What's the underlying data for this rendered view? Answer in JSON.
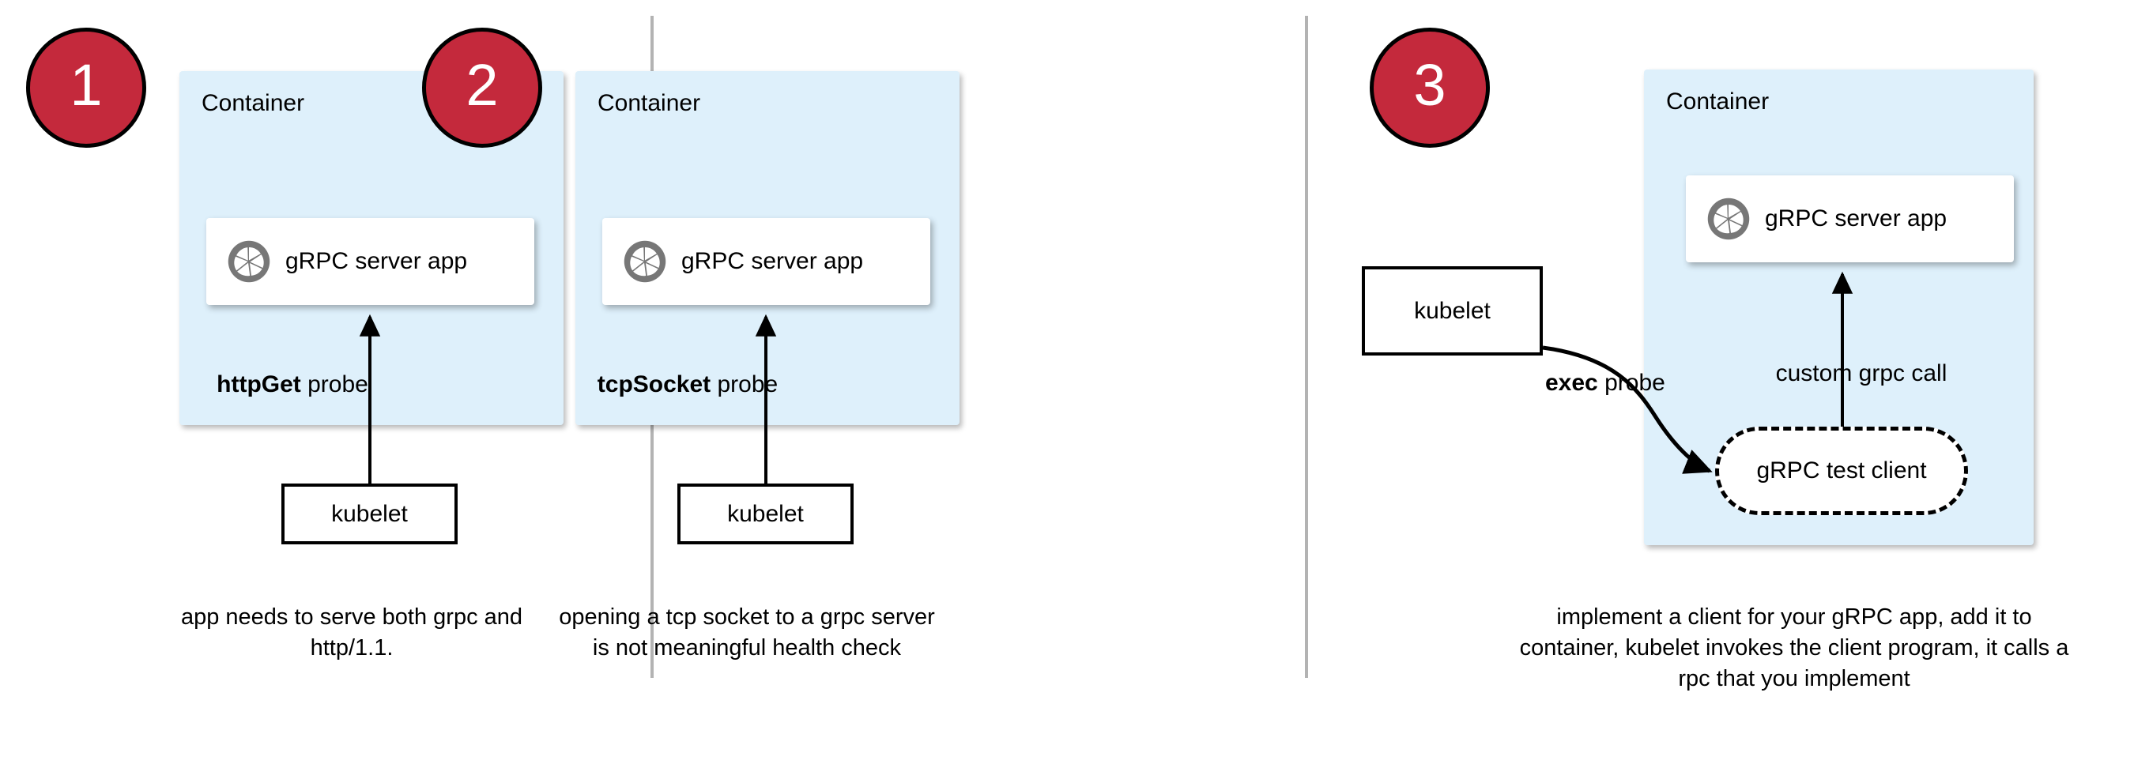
{
  "figure": {
    "panel_count": 3,
    "accent_red": "#C4293C",
    "container_fill": "#DEF0FB",
    "divider_color": "#b3b3b3",
    "icon_color": "#777777"
  },
  "panels": [
    {
      "step": "1",
      "container_label": "Container",
      "app_label": "gRPC server app",
      "app_icon": "aperture-icon",
      "probe_strong": "httpGet",
      "probe_rest": " probe",
      "kubelet_label": "kubelet",
      "caption": "app needs to serve both grpc and http/1.1."
    },
    {
      "step": "2",
      "container_label": "Container",
      "app_label": "gRPC server app",
      "app_icon": "aperture-icon",
      "probe_strong": "tcpSocket",
      "probe_rest": " probe",
      "kubelet_label": "kubelet",
      "caption": "opening a tcp socket to a grpc server is not meaningful health check"
    },
    {
      "step": "3",
      "container_label": "Container",
      "app_label": "gRPC server app",
      "app_icon": "aperture-icon",
      "probe_strong": "exec",
      "probe_rest": " probe",
      "kubelet_label": "kubelet",
      "call_label": "custom grpc call",
      "test_client_label": "gRPC test client",
      "caption": "implement a client for your gRPC app, add it to container, kubelet invokes the client program, it calls a rpc that you implement"
    }
  ]
}
